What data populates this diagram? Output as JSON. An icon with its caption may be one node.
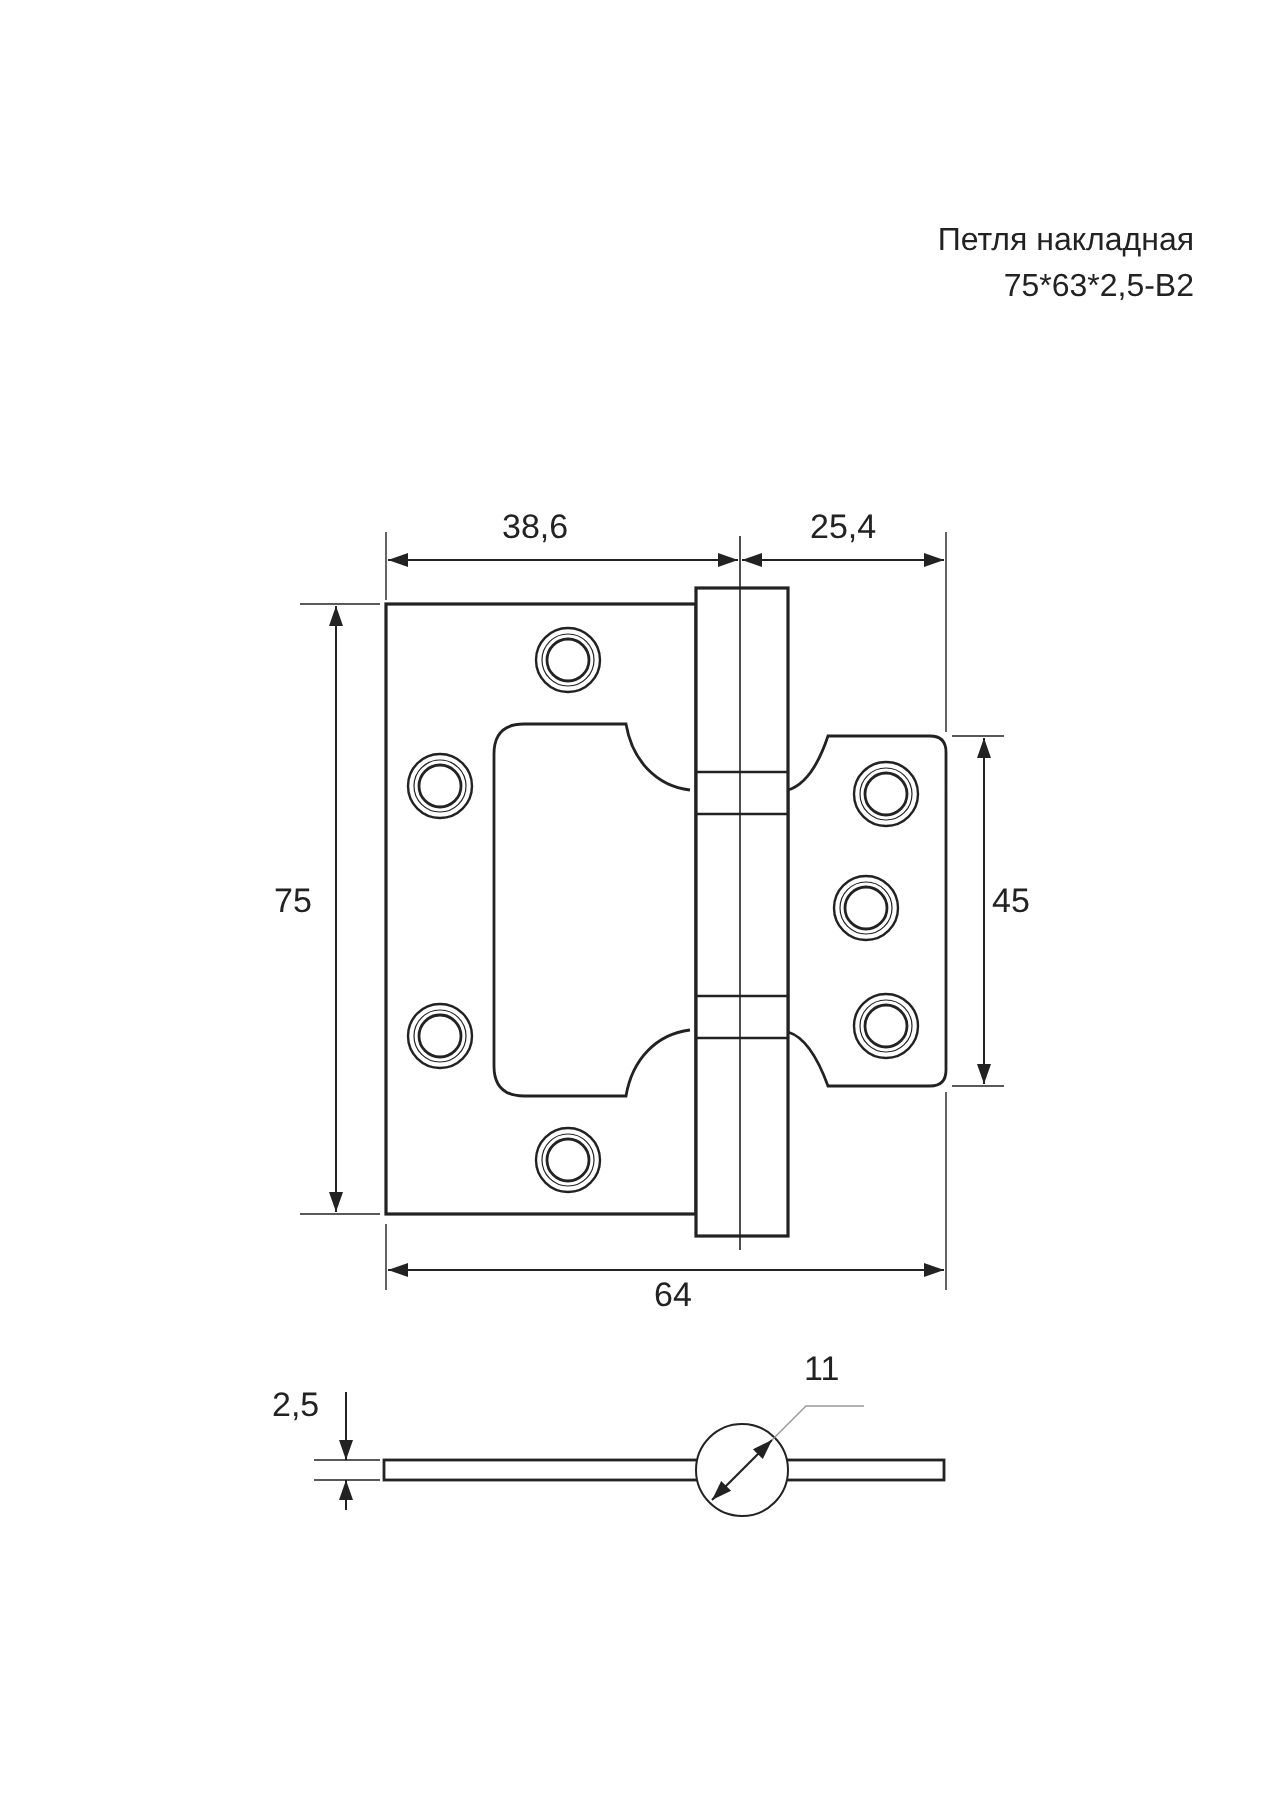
{
  "diagram": {
    "labels": [
      "Петля накладная",
      "75*63*2,5-B2",
      "38,6",
      "25,4",
      "75",
      "45",
      "64",
      "2,5",
      "11"
    ]
  }
}
